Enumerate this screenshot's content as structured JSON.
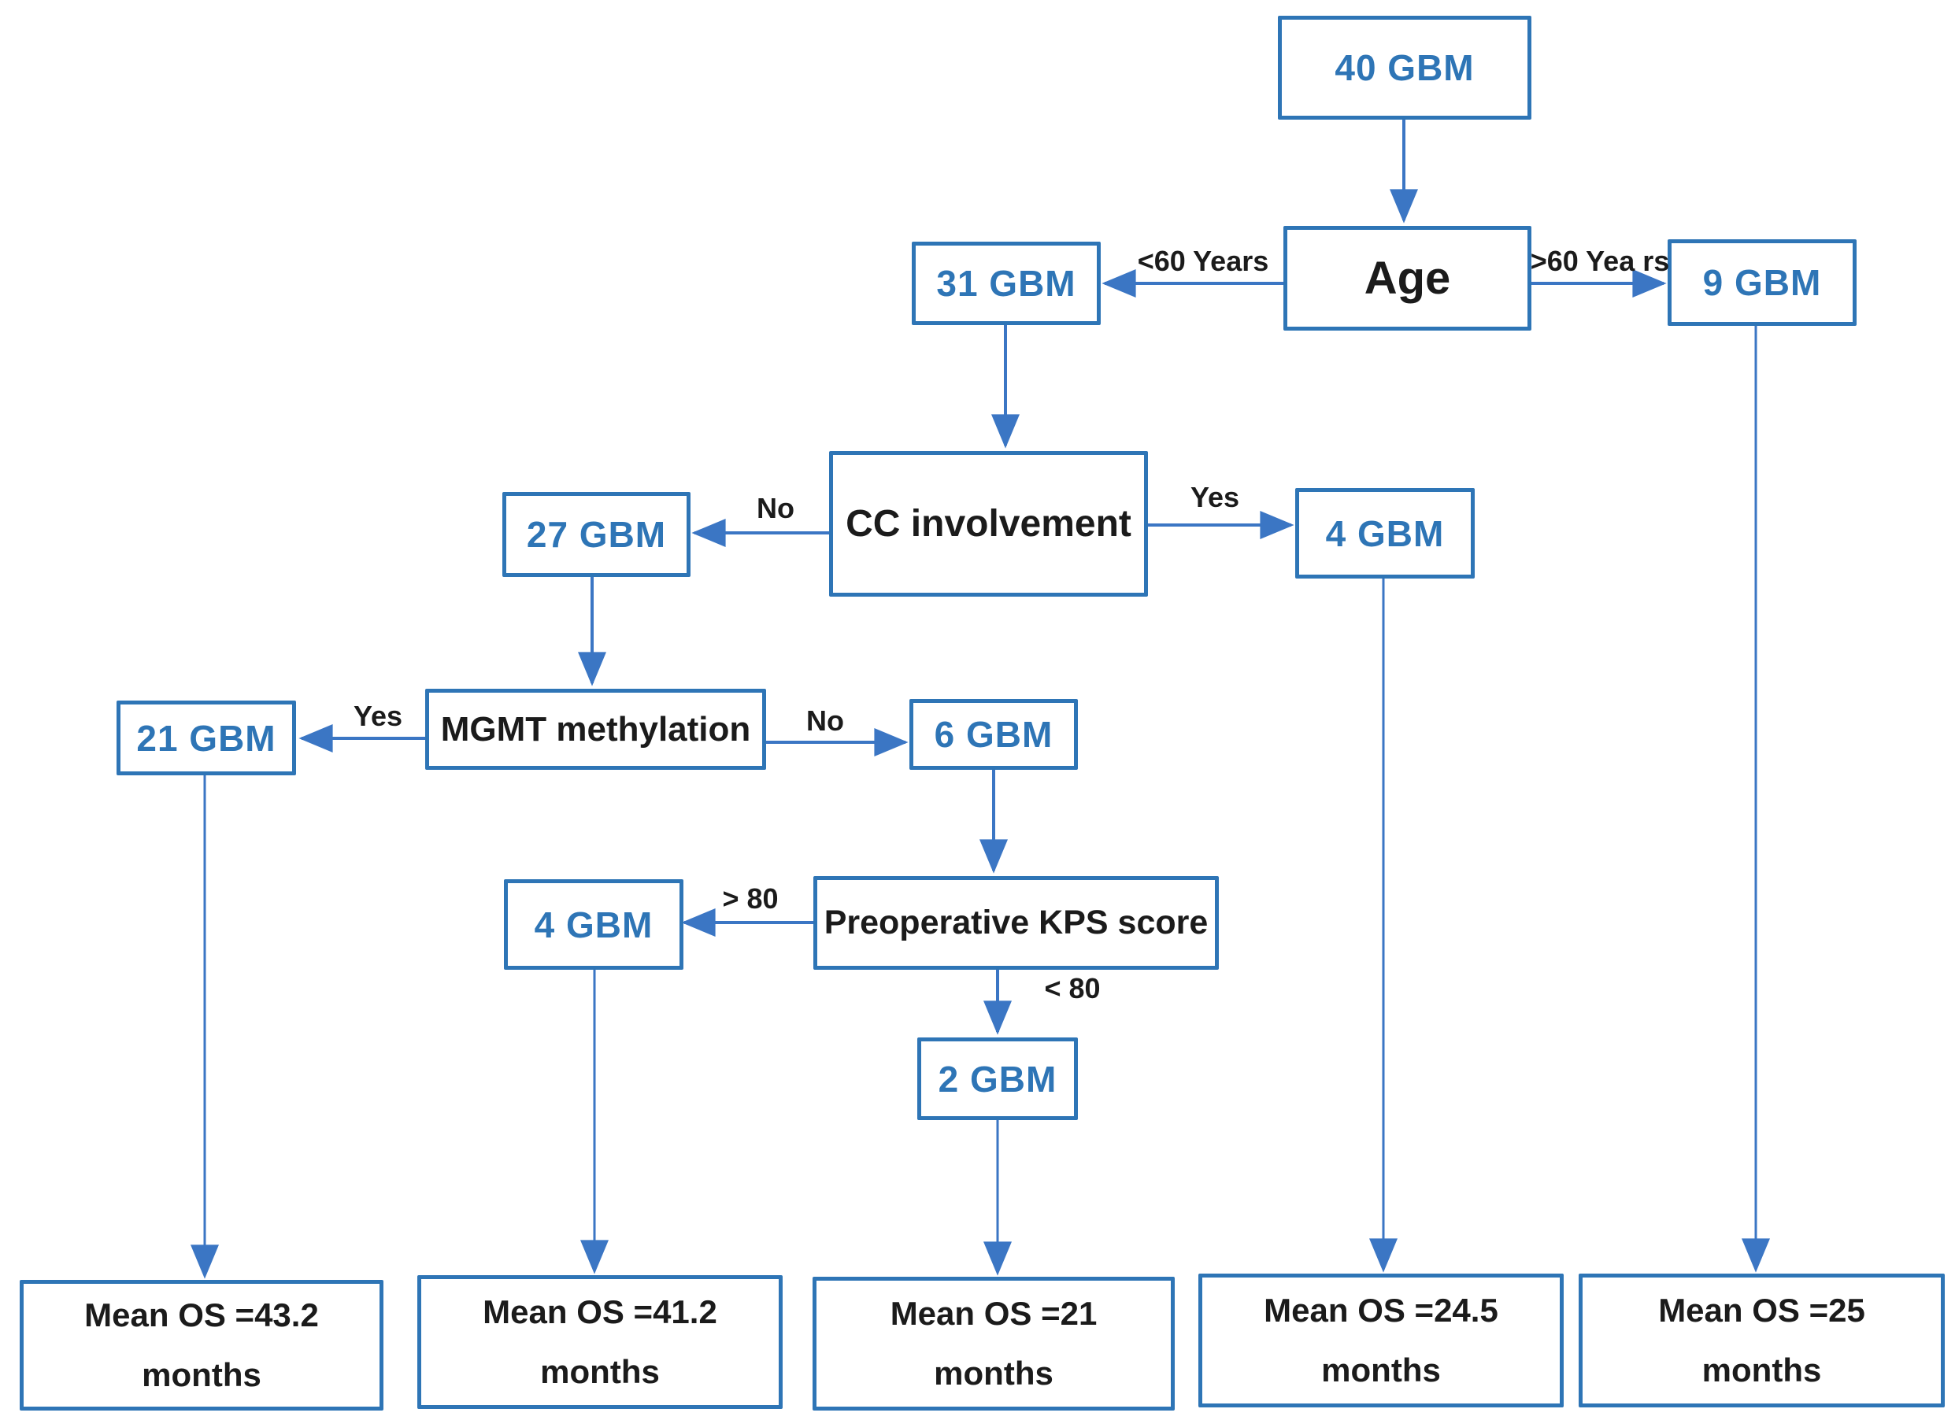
{
  "diagram": {
    "nodes": {
      "n40": {
        "label": "40 GBM"
      },
      "age": {
        "label": "Age"
      },
      "n31": {
        "label": "31 GBM"
      },
      "n9": {
        "label": "9 GBM"
      },
      "cc": {
        "label": "CC involvement"
      },
      "n27": {
        "label": "27 GBM"
      },
      "n4cc": {
        "label": "4 GBM"
      },
      "n21": {
        "label": "21 GBM"
      },
      "mgmt": {
        "label": "MGMT methylation"
      },
      "n6": {
        "label": "6 GBM"
      },
      "n4kps": {
        "label": "4 GBM"
      },
      "kps": {
        "label": "Preoperative KPS score"
      },
      "n2": {
        "label": "2 GBM"
      }
    },
    "edge_labels": {
      "age_lt60": "<60 Years",
      "age_gt60": ">60 Yea rs",
      "cc_no": "No",
      "cc_yes": "Yes",
      "mgmt_yes": "Yes",
      "mgmt_no": "No",
      "kps_gt80": "> 80",
      "kps_lt80": "< 80"
    },
    "outcomes": {
      "os1": {
        "line1": "Mean OS =43.2",
        "line2": "months"
      },
      "os2": {
        "line1": "Mean OS =41.2",
        "line2": "months"
      },
      "os3": {
        "line1": "Mean OS =21",
        "line2": "months"
      },
      "os4": {
        "line1": "Mean OS =24.5",
        "line2": "months"
      },
      "os5": {
        "line1": "Mean OS =25",
        "line2": "months"
      }
    },
    "colors": {
      "box_border": "#2E75B6",
      "gbm_text": "#2E75B6",
      "line": "#3B76C4",
      "label_text": "#1b1b1b"
    }
  }
}
